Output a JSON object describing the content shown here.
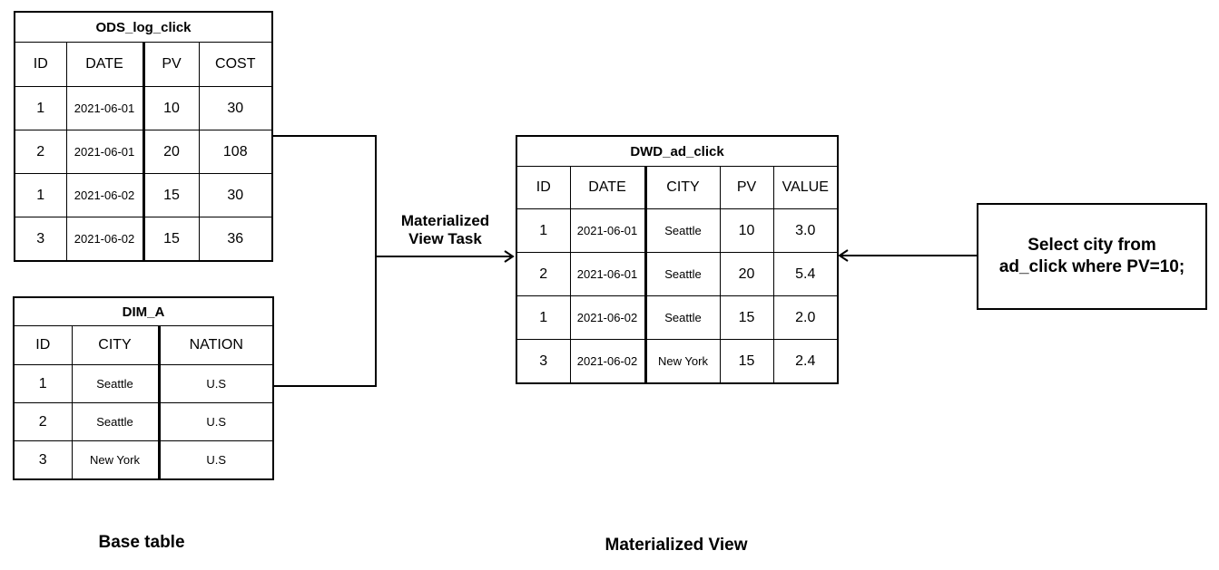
{
  "colors": {
    "background": "#ffffff",
    "line": "#000000",
    "text": "#000000"
  },
  "tables": {
    "ods": {
      "title": "ODS_log_click",
      "columns": [
        "ID",
        "DATE",
        "PV",
        "COST"
      ],
      "rows": [
        [
          "1",
          "2021-06-01",
          "10",
          "30"
        ],
        [
          "2",
          "2021-06-01",
          "20",
          "108"
        ],
        [
          "1",
          "2021-06-02",
          "15",
          "30"
        ],
        [
          "3",
          "2021-06-02",
          "15",
          "36"
        ]
      ]
    },
    "dim": {
      "title": "DIM_A",
      "columns": [
        "ID",
        "CITY",
        "NATION"
      ],
      "rows": [
        [
          "1",
          "Seattle",
          "U.S"
        ],
        [
          "2",
          "Seattle",
          "U.S"
        ],
        [
          "3",
          "New York",
          "U.S"
        ]
      ]
    },
    "dwd": {
      "title": "DWD_ad_click",
      "columns": [
        "ID",
        "DATE",
        "CITY",
        "PV",
        "VALUE"
      ],
      "rows": [
        [
          "1",
          "2021-06-01",
          "Seattle",
          "10",
          "3.0"
        ],
        [
          "2",
          "2021-06-01",
          "Seattle",
          "20",
          "5.4"
        ],
        [
          "1",
          "2021-06-02",
          "Seattle",
          "15",
          "2.0"
        ],
        [
          "3",
          "2021-06-02",
          "New York",
          "15",
          "2.4"
        ]
      ]
    }
  },
  "labels": {
    "task": {
      "lines": [
        "Materialized",
        "View Task"
      ]
    },
    "base_table": "Base table",
    "materialized_view": "Materialized View"
  },
  "query_box": {
    "lines": [
      "Select city from",
      "ad_click where PV=10;"
    ]
  }
}
